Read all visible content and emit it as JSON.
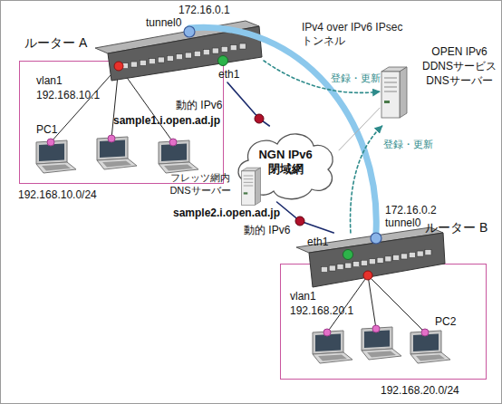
{
  "diagram": {
    "nodes": [
      {
        "text": [
          "ルーター A"
        ]
      },
      {
        "text": [
          "vlan1",
          "192.168.10.1",
          "PC1",
          "192.168.10.0/24"
        ]
      },
      {
        "text": [
          "OPEN IPv6 DDNSサービス DNSサーバー"
        ]
      },
      {
        "text": [
          "NGN IPv6 閉域網"
        ]
      },
      {
        "text": [
          "フレッツ網内 DNSサーバー"
        ]
      },
      {
        "text": [
          "ルーター B"
        ]
      },
      {
        "text": [
          "vlan1",
          "192.168.20.1",
          "PC2",
          "192.168.20.0/24"
        ]
      }
    ],
    "edges": [
      {
        "from": 0,
        "to": 5,
        "arrow": "none",
        "label": "IPv4 over IPv6 IPsec トンネル"
      },
      {
        "from": 0,
        "to": 2,
        "arrow": "to",
        "label": "登録・更新"
      },
      {
        "from": 5,
        "to": 2,
        "arrow": "to",
        "label": "登録・更新"
      },
      {
        "from": 0,
        "to": 3,
        "arrow": "none"
      },
      {
        "from": 3,
        "to": 5,
        "arrow": "none"
      },
      {
        "from": 3,
        "to": 2,
        "arrow": "none"
      }
    ],
    "labels": [
      "172.16.0.1",
      "tunnel0",
      "eth1",
      "動的 IPv6",
      "sample1.i.open.ad.jp",
      "sample2.i.open.ad.jp",
      "動的 IPv6",
      "eth1",
      "172.16.0.2",
      "tunnel0"
    ]
  }
}
